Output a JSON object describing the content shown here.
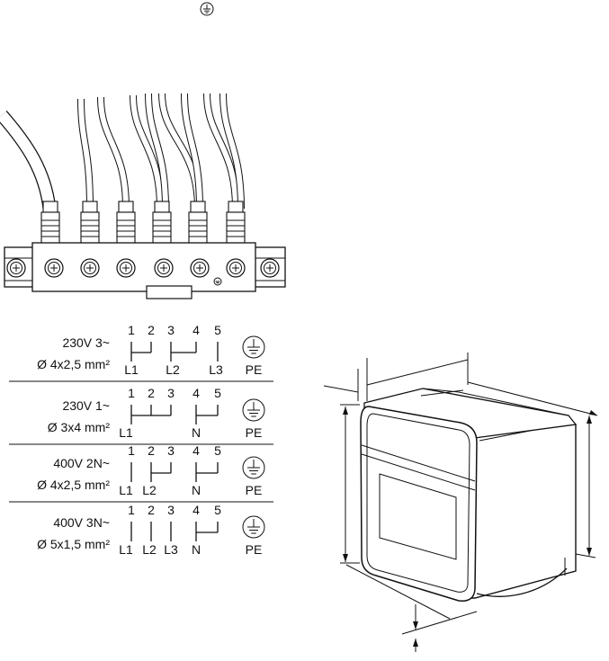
{
  "ground_symbol_name": "earth-ground-icon",
  "rows": [
    {
      "voltage": "230V 3~",
      "cable": "Ø 4x2,5 mm²",
      "terminals": [
        "1",
        "2",
        "3",
        "4",
        "5"
      ],
      "labels": [
        "L1",
        "L2",
        "L3"
      ],
      "pe": "PE"
    },
    {
      "voltage": "230V 1~",
      "cable": "Ø 3x4 mm²",
      "terminals": [
        "1",
        "2",
        "3",
        "4",
        "5"
      ],
      "labels": [
        "L1",
        "N"
      ],
      "pe": "PE"
    },
    {
      "voltage": "400V 2N~",
      "cable": "Ø 4x2,5 mm²",
      "terminals": [
        "1",
        "2",
        "3",
        "4",
        "5"
      ],
      "labels": [
        "L1",
        "L2",
        "N"
      ],
      "pe": "PE"
    },
    {
      "voltage": "400V 3N~",
      "cable": "Ø 5x1,5 mm²",
      "terminals": [
        "1",
        "2",
        "3",
        "4",
        "5"
      ],
      "labels": [
        "L1",
        "L2",
        "L3",
        "N"
      ],
      "pe": "PE"
    }
  ]
}
